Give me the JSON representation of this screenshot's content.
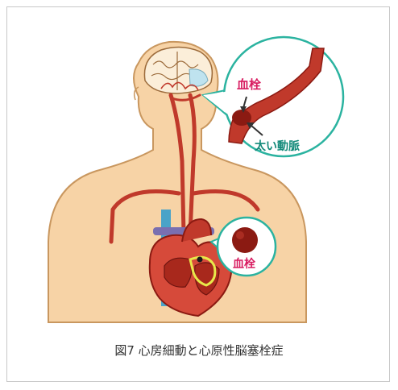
{
  "figure": {
    "caption": "図7 心房細動と心原性脳塞栓症",
    "labels": {
      "clot_brain": "血栓",
      "thick_artery": "太い動脈",
      "clot_heart": "血栓"
    },
    "colors": {
      "skin": "#f7d3a6",
      "skin_outline": "#c9975f",
      "artery": "#c0392b",
      "artery_dark": "#8b1a12",
      "vein_blue": "#4aa3c8",
      "vein_purple": "#7a6fb0",
      "callout_border": "#2bb3a0",
      "label_red": "#d81b60",
      "label_teal": "#138a7a",
      "highlight_yellow": "#e8e84a"
    }
  }
}
